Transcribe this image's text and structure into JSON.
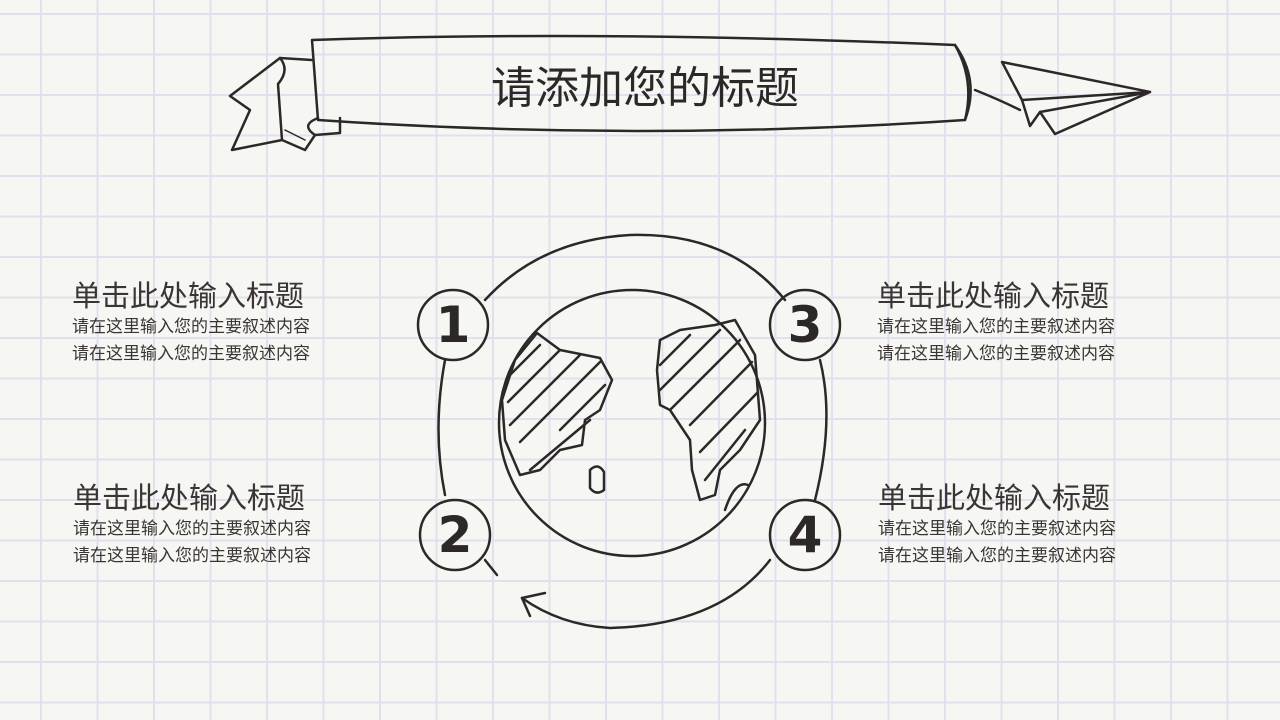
{
  "title": "请添加您的标题",
  "steps": [
    {
      "number": "1",
      "heading": "单击此处输入标题",
      "line1": "请在这里输入您的主要叙述内容",
      "line2": "请在这里输入您的主要叙述内容"
    },
    {
      "number": "2",
      "heading": "单击此处输入标题",
      "line1": "请在这里输入您的主要叙述内容",
      "line2": "请在这里输入您的主要叙述内容"
    },
    {
      "number": "3",
      "heading": "单击此处输入标题",
      "line1": "请在这里输入您的主要叙述内容",
      "line2": "请在这里输入您的主要叙述内容"
    },
    {
      "number": "4",
      "heading": "单击此处输入标题",
      "line1": "请在这里输入您的主要叙述内容",
      "line2": "请在这里输入您的主要叙述内容"
    }
  ],
  "colors": {
    "background": "#f6f7f3",
    "grid": "#e2e0ee",
    "ink": "#2d2828"
  }
}
